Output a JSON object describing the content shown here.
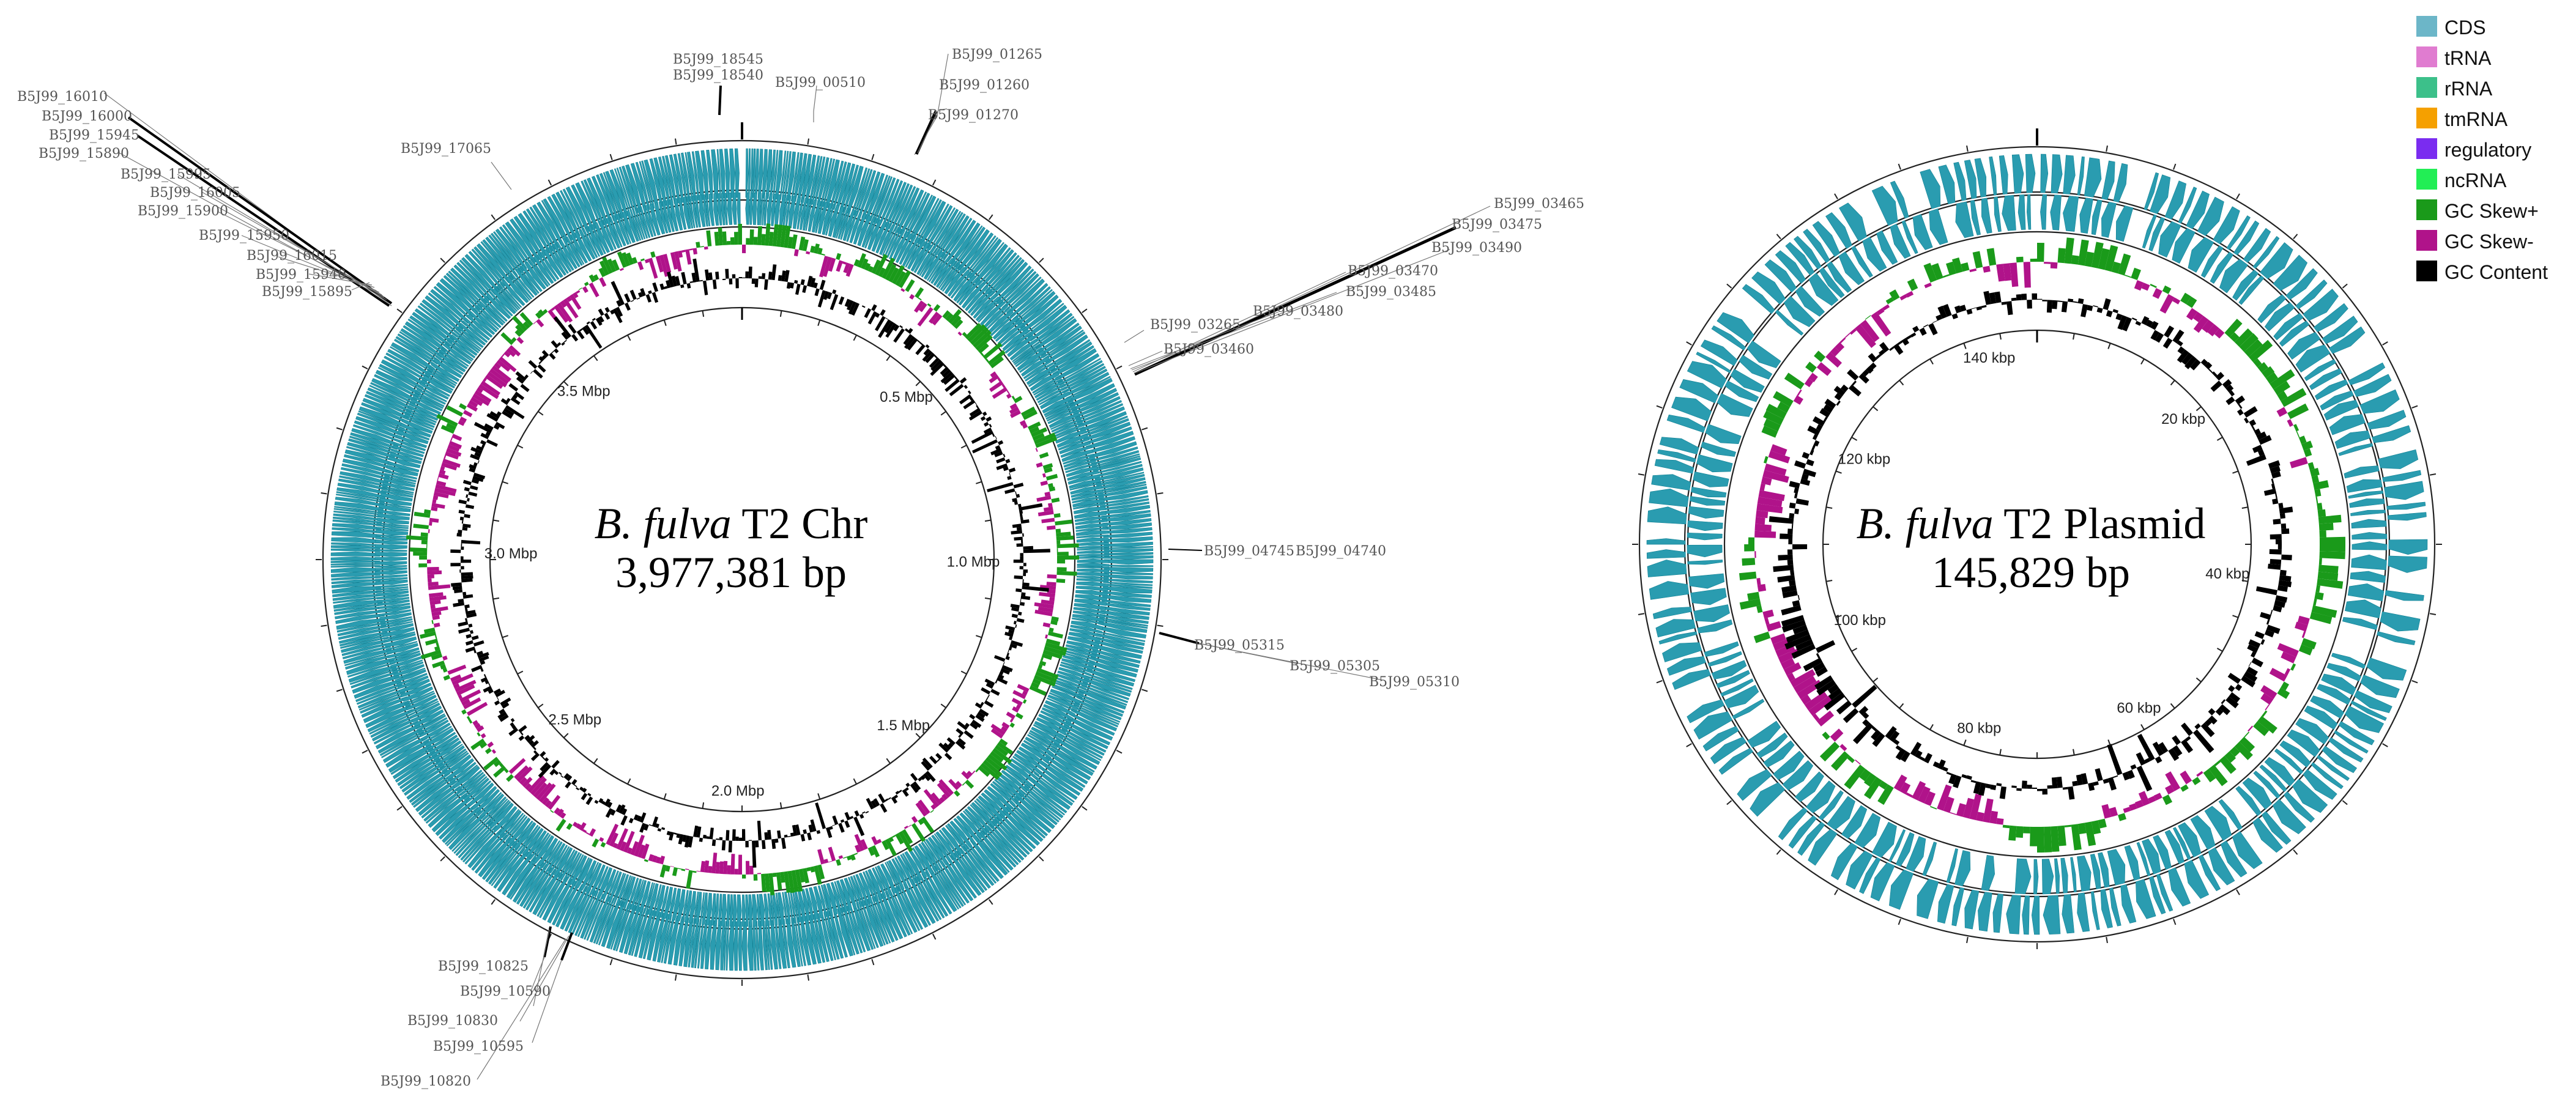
{
  "colors": {
    "CDS": "#2a9cb0",
    "tRNA": "#e07cd0",
    "rRNA": "#3cc08a",
    "tmRNA": "#f5a000",
    "regulatory": "#7a2cf0",
    "ncRNA": "#22ee55",
    "GC Skew+": "#1a9a1a",
    "GC Skew-": "#b0138a",
    "GC Content": "#000000"
  },
  "legend": [
    {
      "label": "CDS",
      "color": "#6cb6c8"
    },
    {
      "label": "tRNA",
      "color": "#e07cd0"
    },
    {
      "label": "rRNA",
      "color": "#3cc08a"
    },
    {
      "label": "tmRNA",
      "color": "#f5a000"
    },
    {
      "label": "regulatory",
      "color": "#7a2cf0"
    },
    {
      "label": "ncRNA",
      "color": "#22ee55"
    },
    {
      "label": "GC Skew+",
      "color": "#1a9a1a"
    },
    {
      "label": "GC Skew-",
      "color": "#b0138a"
    },
    {
      "label": "GC Content",
      "color": "#000000"
    }
  ],
  "chromosome": {
    "title_italic": "B. fulva",
    "title_rest": " T2 Chr",
    "size_text": "3,977,381 bp",
    "length": 3977381,
    "tick_labels": [
      {
        "text": "0.5 Mbp",
        "pos": 500000
      },
      {
        "text": "1.0 Mbp",
        "pos": 1000000
      },
      {
        "text": "1.5 Mbp",
        "pos": 1500000
      },
      {
        "text": "2.0 Mbp",
        "pos": 2000000
      },
      {
        "text": "2.5 Mbp",
        "pos": 2500000
      },
      {
        "text": "3.0 Mbp",
        "pos": 3000000
      },
      {
        "text": "3.5 Mbp",
        "pos": 3500000
      }
    ],
    "gene_labels": [
      "B5J99_18545",
      "B5J99_18540",
      "B5J99_00510",
      "B5J99_01265",
      "B5J99_01260",
      "B5J99_01270",
      "B5J99_17065",
      "B5J99_16010",
      "B5J99_16000",
      "B5J99_15945",
      "B5J99_15890",
      "B5J99_15995",
      "B5J99_16005",
      "B5J99_15900",
      "B5J99_15950",
      "B5J99_16015",
      "B5J99_15940",
      "B5J99_15895",
      "B5J99_03465",
      "B5J99_03475",
      "B5J99_03490",
      "B5J99_03470",
      "B5J99_03485",
      "B5J99_03480",
      "B5J99_03265",
      "B5J99_03460",
      "B5J99_04745",
      "B5J99_04740",
      "B5J99_05315",
      "B5J99_05305",
      "B5J99_05310",
      "B5J99_10825",
      "B5J99_10590",
      "B5J99_10830",
      "B5J99_10595",
      "B5J99_10820"
    ]
  },
  "plasmid": {
    "title_italic": "B. fulva",
    "title_rest": " T2 Plasmid",
    "size_text": "145,829 bp",
    "length": 145829,
    "tick_labels": [
      {
        "text": "20 kbp",
        "pos": 20000
      },
      {
        "text": "40 kbp",
        "pos": 40000
      },
      {
        "text": "60 kbp",
        "pos": 60000
      },
      {
        "text": "80 kbp",
        "pos": 80000
      },
      {
        "text": "100 kbp",
        "pos": 100000
      },
      {
        "text": "120 kbp",
        "pos": 120000
      },
      {
        "text": "140 kbp",
        "pos": 140000
      }
    ]
  }
}
